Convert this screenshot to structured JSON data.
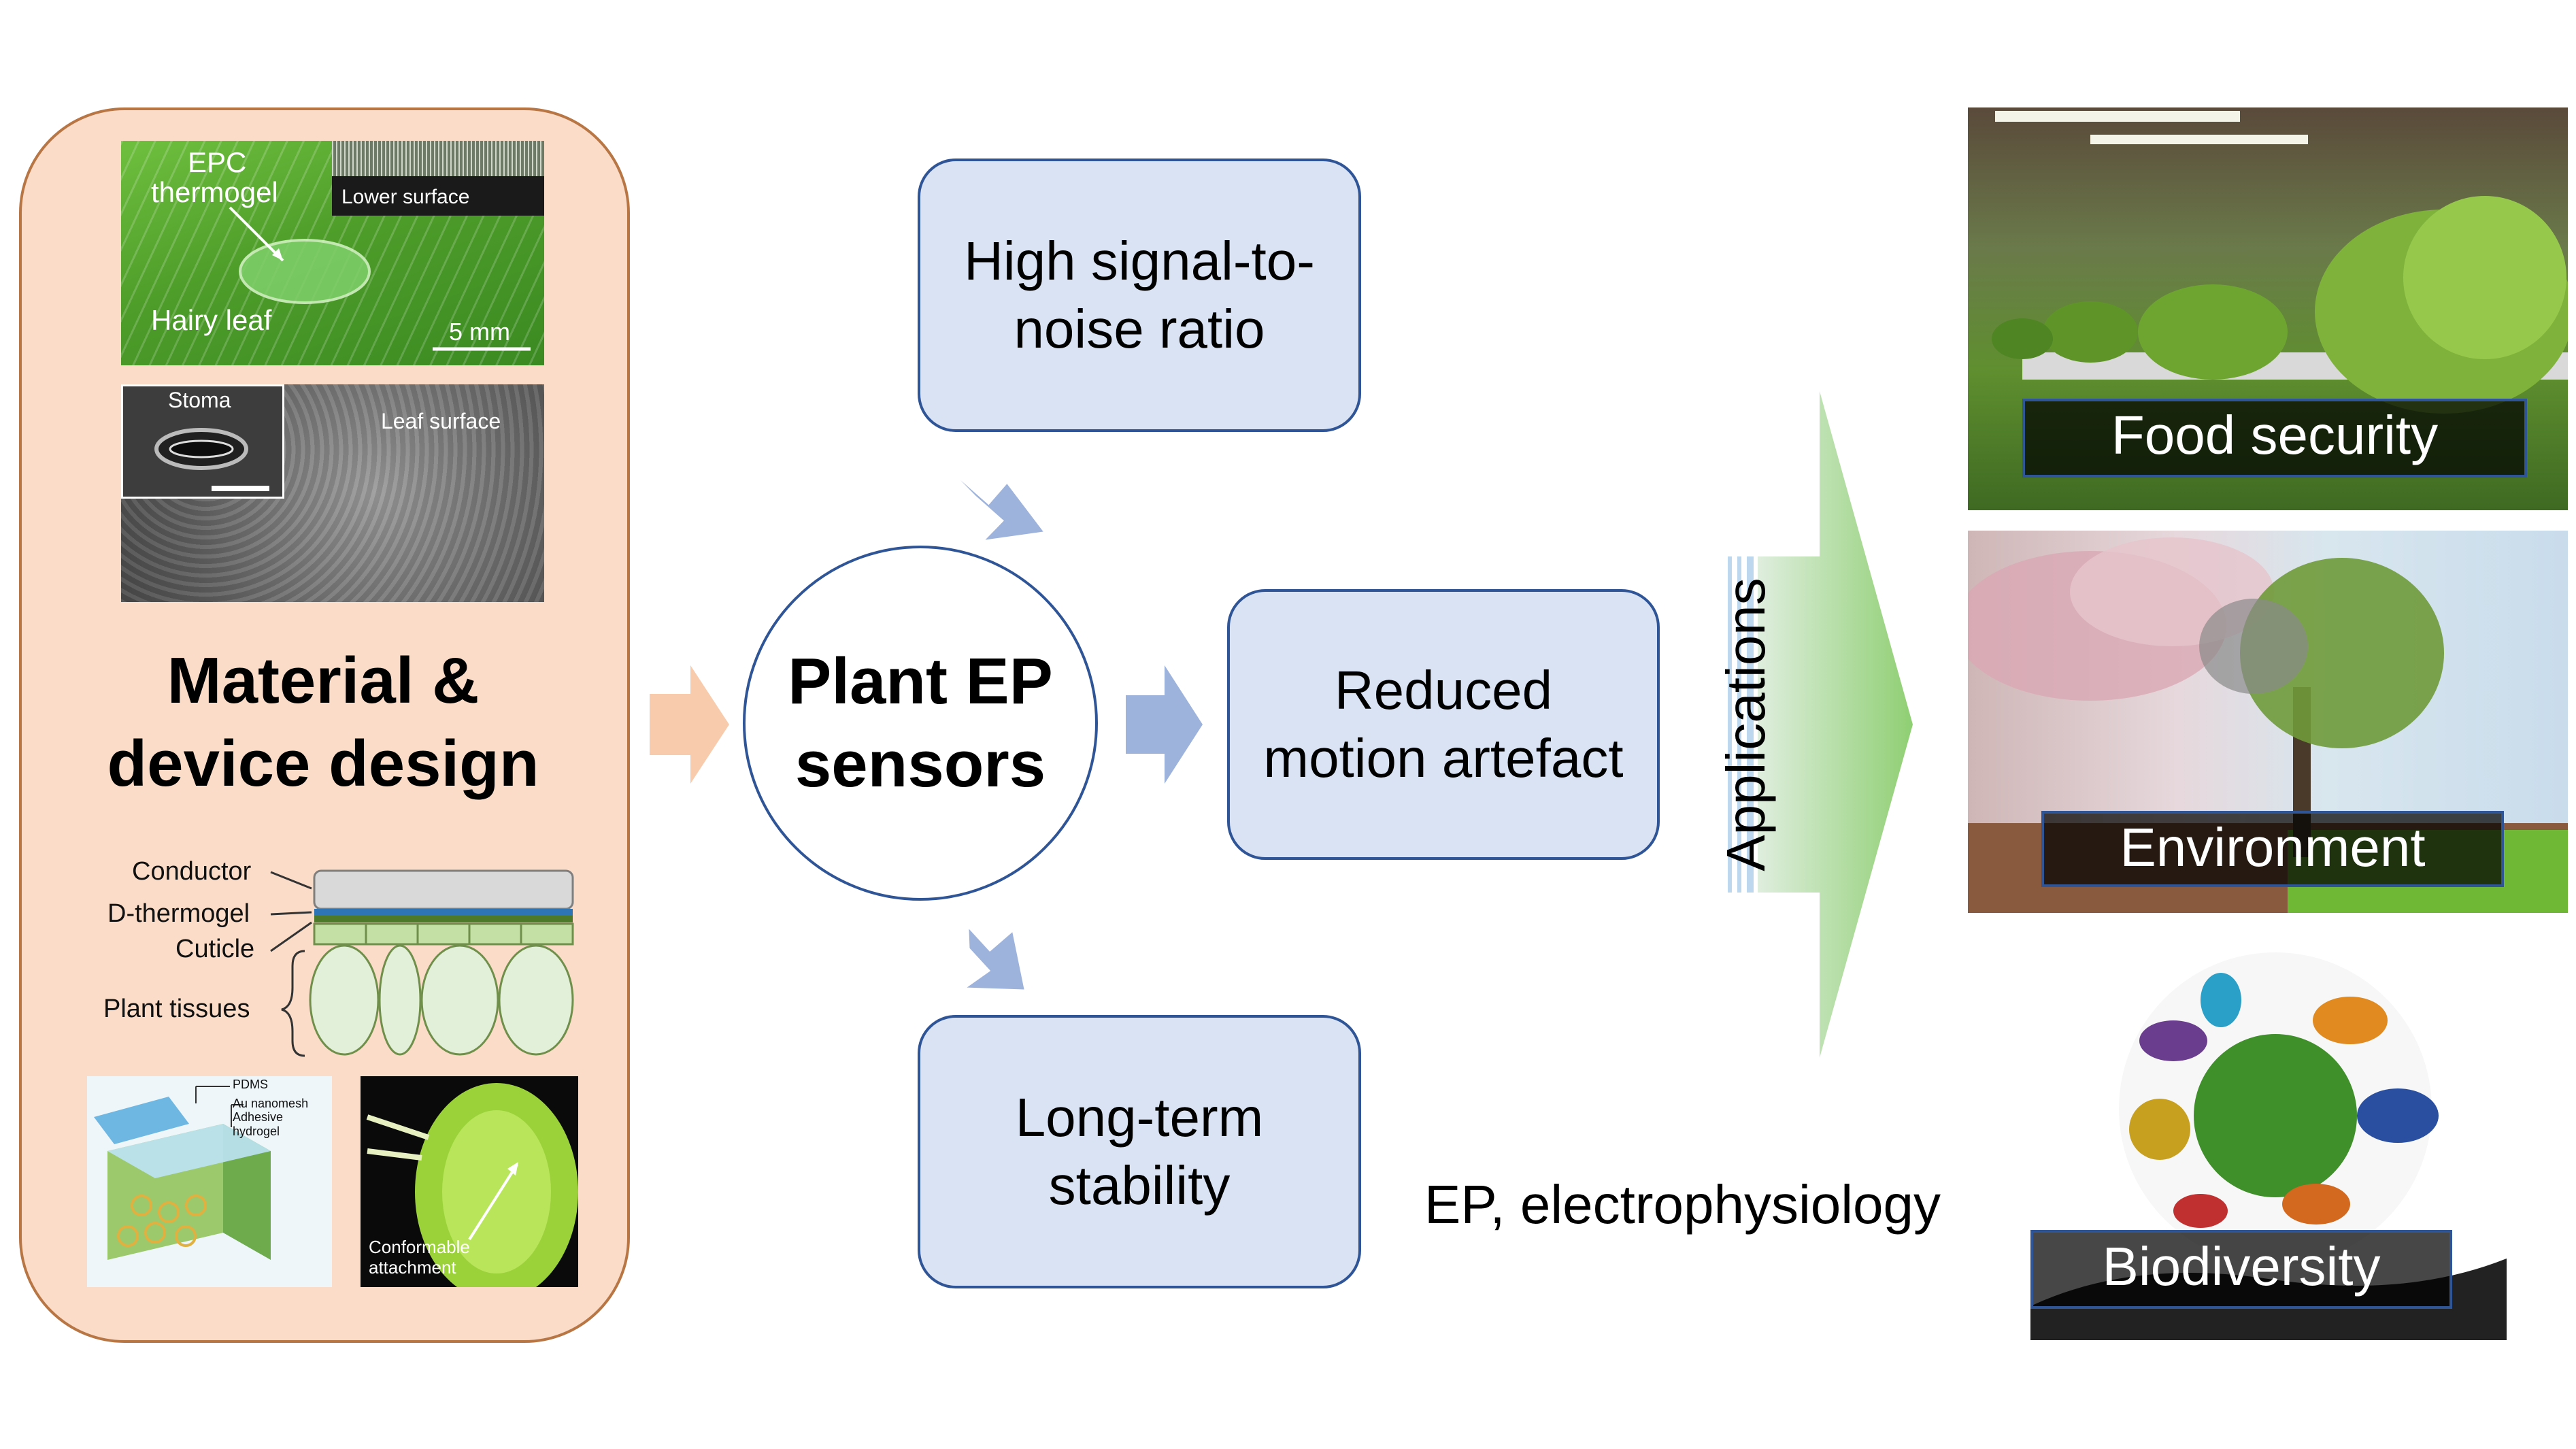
{
  "left_panel": {
    "leaf_photo": {
      "epc_label_1": "EPC",
      "epc_label_2": "thermogel",
      "inset_label": "Lower surface",
      "hairy_leaf": "Hairy leaf",
      "scale_bar": "5 mm"
    },
    "sem_photo": {
      "stoma": "Stoma",
      "leaf_surface": "Leaf surface"
    },
    "title_line1": "Material &",
    "title_line2": "device design",
    "layers": {
      "conductor": "Conductor",
      "d_thermogel": "D-thermogel",
      "cuticle": "Cuticle",
      "plant_tissues": "Plant tissues"
    },
    "device_schematic": {
      "pdms": "PDMS",
      "au_nanomesh": "Au nanomesh",
      "adhesive_hydrogel": "Adhesive hydrogel"
    },
    "flytrap_photo": {
      "caption_1": "Conformable",
      "caption_2": "attachment"
    }
  },
  "center": {
    "circle_line1": "Plant EP",
    "circle_line2": "sensors",
    "top_box_line1": "High signal-to-",
    "top_box_line2": "noise ratio",
    "middle_box_line1": "Reduced",
    "middle_box_line2": "motion artefact",
    "bottom_box_line1": "Long-term",
    "bottom_box_line2": "stability"
  },
  "applications_label": "Applications",
  "footnote": "EP, electrophysiology",
  "applications": {
    "food_security": "Food security",
    "environment": "Environment",
    "biodiversity": "Biodiversity"
  },
  "colors": {
    "panel_fill": "#fbdcc8",
    "panel_border": "#b87645",
    "box_fill": "#dae3f3",
    "box_border": "#2f5597",
    "orange_arrow": "#f8cbad",
    "blue_arrow": "#9eb3db",
    "green_arrow": "#8fcf73"
  }
}
